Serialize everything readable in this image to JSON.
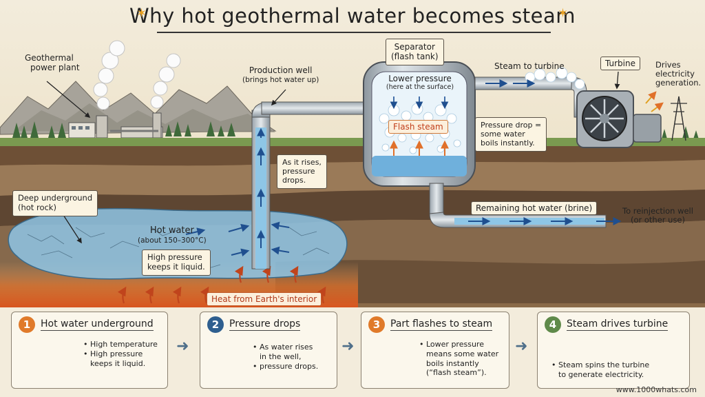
{
  "title": "Why hot geothermal water becomes steam",
  "labels": {
    "plant": [
      "Geothermal",
      "power plant"
    ],
    "production_well": [
      "Production well",
      "(brings hot water up)"
    ],
    "separator": [
      "Separator",
      "(flash tank)"
    ],
    "lower_pressure": [
      "Lower pressure",
      "(here at the surface)"
    ],
    "flash_steam": "Flash steam",
    "pressure_drop_box": [
      "Pressure drop =",
      "some water",
      "boils instantly."
    ],
    "steam_to_turbine": "Steam to turbine",
    "turbine": "Turbine",
    "drives": [
      "Drives",
      "electricity",
      "generation."
    ],
    "as_it_rises": [
      "As it rises,",
      "pressure",
      "drops."
    ],
    "deep_underground": [
      "Deep underground",
      "(hot rock)"
    ],
    "hot_water": [
      "Hot water",
      "(about 150–300°C)"
    ],
    "high_pressure_box": [
      "High pressure",
      "keeps it liquid."
    ],
    "remaining_water": "Remaining hot water (brine)",
    "reinjection": [
      "To reinjection well",
      "(or other use)"
    ],
    "heat": "Heat from Earth's interior"
  },
  "steps": [
    {
      "num": "1",
      "color": "#e07a2a",
      "title": "Hot water underground",
      "bullets": [
        "High temperature",
        "High pressure",
        "keeps it liquid."
      ]
    },
    {
      "num": "2",
      "color": "#2f5f8f",
      "title": "Pressure drops",
      "bullets": [
        "As water rises",
        "in the well,",
        "pressure drops."
      ]
    },
    {
      "num": "3",
      "color": "#e07a2a",
      "title": "Part flashes to steam",
      "bullets": [
        "Lower pressure",
        "means some water",
        "boils instantly",
        "(“flash steam”)."
      ]
    },
    {
      "num": "4",
      "color": "#5f8a4a",
      "title": "Steam drives turbine",
      "bullets": [
        "Steam spins the turbine",
        "to generate electricity."
      ]
    }
  ],
  "credit": "www.1000whats.com",
  "colors": {
    "water": "#8ec6e6",
    "heat": "#e8622a",
    "arrow": "#1f4f8f",
    "soil": "#7a5a3c"
  }
}
